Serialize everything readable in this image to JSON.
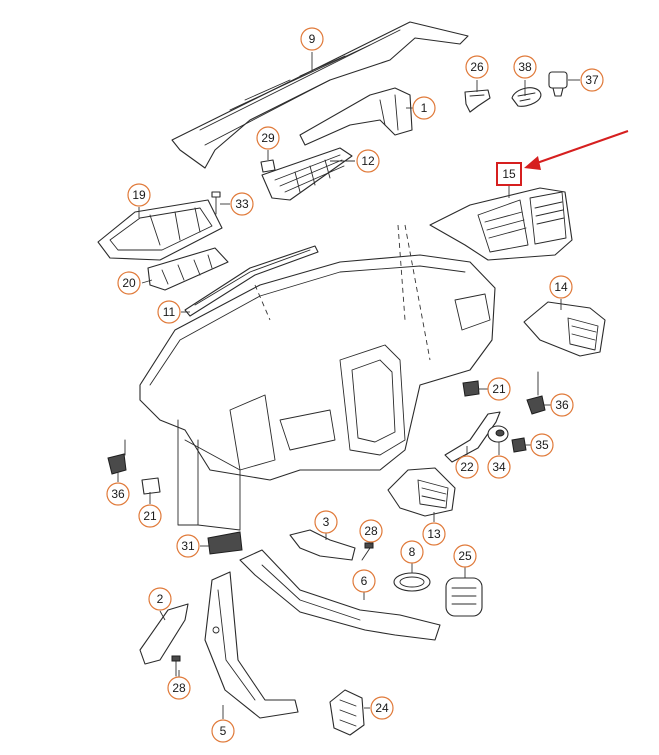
{
  "diagram": {
    "callouts": [
      {
        "label": "9"
      },
      {
        "label": "1"
      },
      {
        "label": "26"
      },
      {
        "label": "38"
      },
      {
        "label": "37"
      },
      {
        "label": "29"
      },
      {
        "label": "12"
      },
      {
        "label": "19"
      },
      {
        "label": "33"
      },
      {
        "label": "15"
      },
      {
        "label": "20"
      },
      {
        "label": "11"
      },
      {
        "label": "14"
      },
      {
        "label": "21"
      },
      {
        "label": "36"
      },
      {
        "label": "22"
      },
      {
        "label": "34"
      },
      {
        "label": "35"
      },
      {
        "label": "36"
      },
      {
        "label": "21"
      },
      {
        "label": "13"
      },
      {
        "label": "3"
      },
      {
        "label": "28"
      },
      {
        "label": "31"
      },
      {
        "label": "8"
      },
      {
        "label": "25"
      },
      {
        "label": "6"
      },
      {
        "label": "2"
      },
      {
        "label": "28"
      },
      {
        "label": "5"
      },
      {
        "label": "24"
      }
    ],
    "highlight": {
      "label": "15",
      "color": "#d61f1f"
    },
    "callout_color": "#e07a3a"
  }
}
